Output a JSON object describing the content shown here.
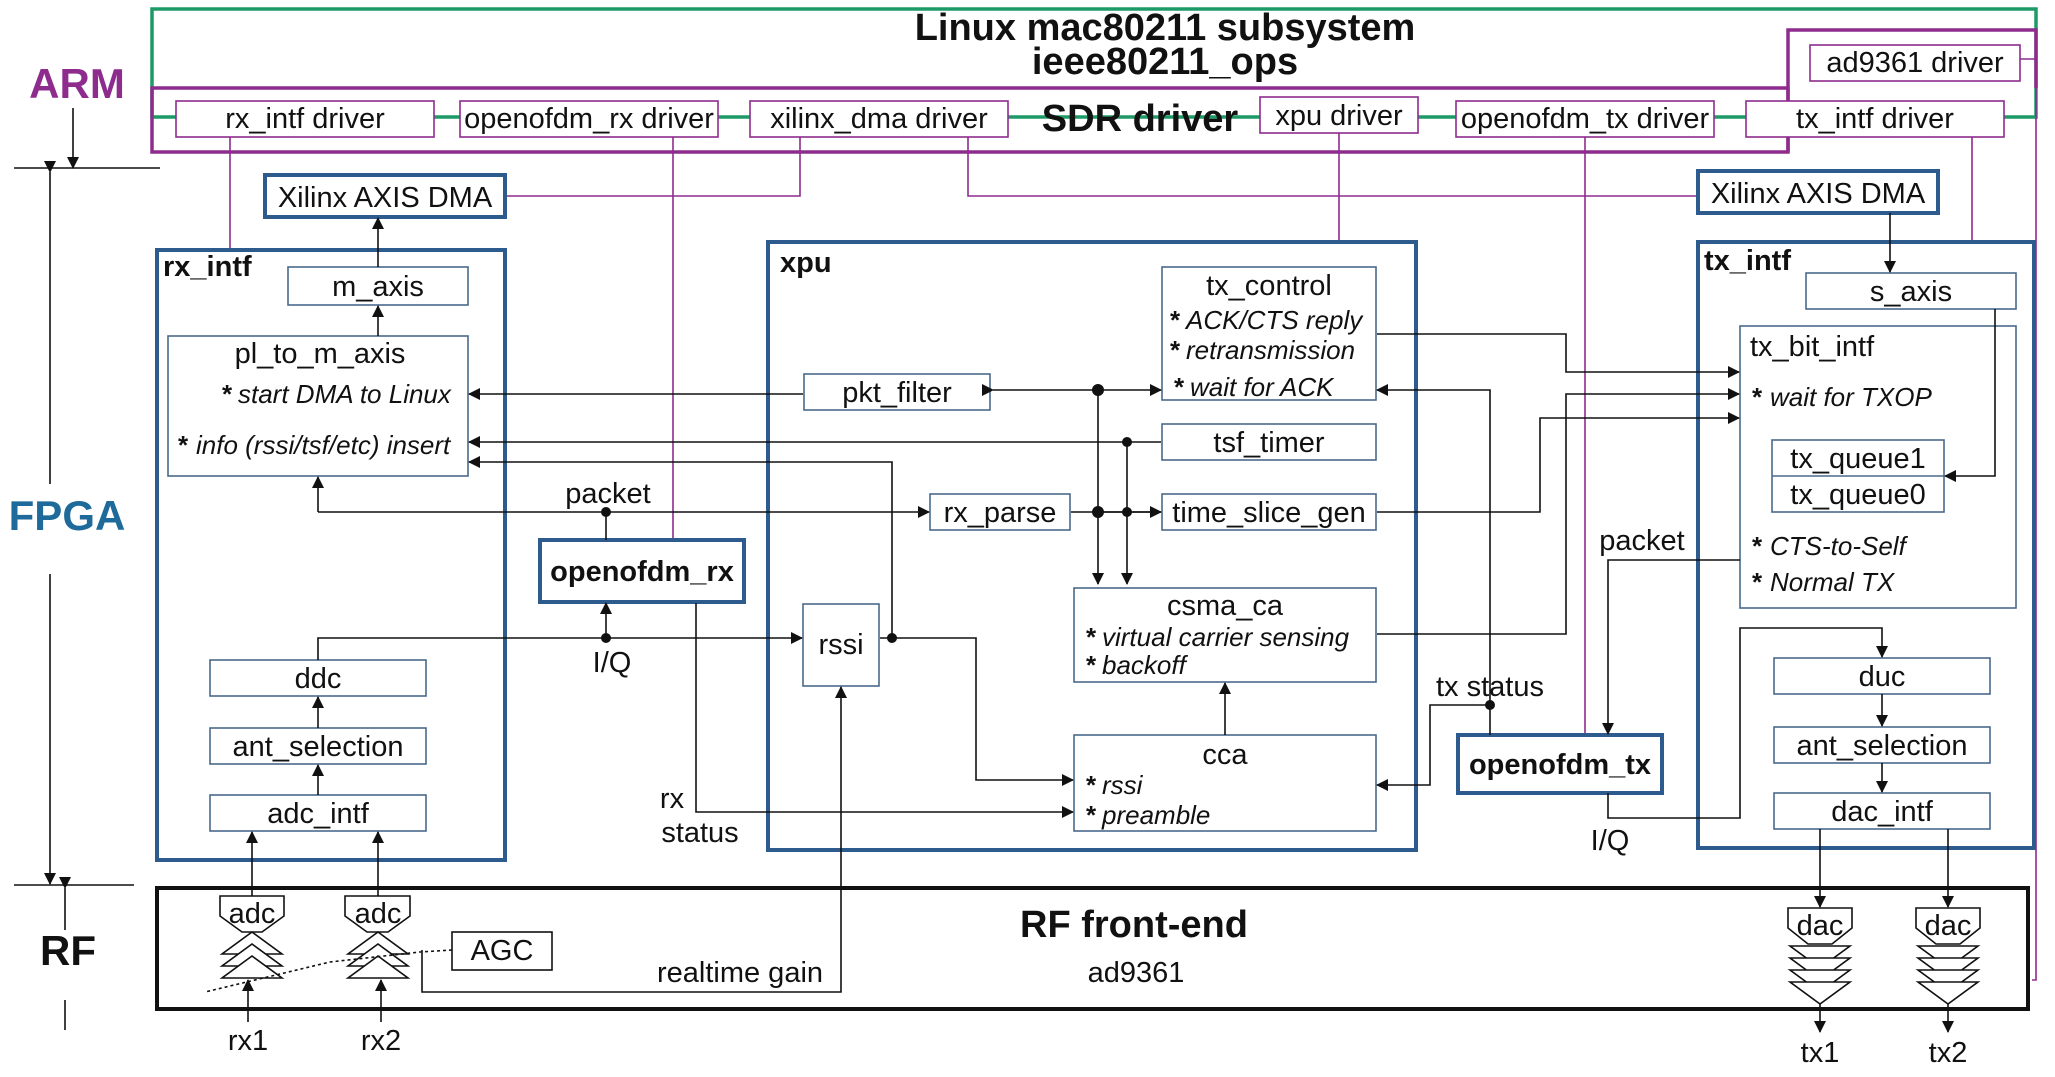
{
  "colors": {
    "arm": "#8e2c8e",
    "fpga": "#1e6a9a",
    "rf": "#111111",
    "linux_box": "#1e9a66",
    "sdr_box": "#8e2c8e",
    "block_border": "#2e5b8e",
    "driver_link": "#8e2c8e"
  },
  "layers": {
    "arm": "ARM",
    "fpga": "FPGA",
    "rf": "RF"
  },
  "linux": {
    "line1": "Linux mac80211 subsystem",
    "line2": "ieee80211_ops"
  },
  "sdr": {
    "title": "SDR driver",
    "ad9361_driver": "ad9361 driver",
    "drivers": [
      "rx_intf driver",
      "openofdm_rx driver",
      "xilinx_dma driver",
      "xpu driver",
      "openofdm_tx driver",
      "tx_intf driver"
    ]
  },
  "dma": {
    "rx": "Xilinx AXIS DMA",
    "tx": "Xilinx AXIS DMA"
  },
  "rx_intf": {
    "title": "rx_intf",
    "m_axis": "m_axis",
    "pl_to_m_axis": "pl_to_m_axis",
    "bullet1": "start DMA to Linux",
    "bullet2": "info (rssi/tsf/etc) insert",
    "ddc": "ddc",
    "ant_selection": "ant_selection",
    "adc_intf": "adc_intf"
  },
  "openofdm_rx": {
    "title": "openofdm_rx"
  },
  "xpu": {
    "title": "xpu",
    "tx_control": "tx_control",
    "tx_control_b1": "ACK/CTS reply",
    "tx_control_b2": "retransmission",
    "tx_control_b3": "wait for ACK",
    "pkt_filter": "pkt_filter",
    "tsf_timer": "tsf_timer",
    "rx_parse": "rx_parse",
    "time_slice_gen": "time_slice_gen",
    "csma_ca": "csma_ca",
    "csma_b1": "virtual carrier sensing",
    "csma_b2": "backoff",
    "rssi": "rssi",
    "cca": "cca",
    "cca_b1": "rssi",
    "cca_b2": "preamble"
  },
  "openofdm_tx": {
    "title": "openofdm_tx"
  },
  "tx_intf": {
    "title": "tx_intf",
    "s_axis": "s_axis",
    "tx_bit_intf": "tx_bit_intf",
    "b_wait": "wait for TXOP",
    "tx_queue1": "tx_queue1",
    "tx_queue0": "tx_queue0",
    "b_cts": "CTS-to-Self",
    "b_normal": "Normal TX",
    "duc": "duc",
    "ant_selection": "ant_selection",
    "dac_intf": "dac_intf"
  },
  "labels": {
    "packet_rx": "packet",
    "iq_rx": "I/Q",
    "rx_status_1": "rx",
    "rx_status_2": "status",
    "packet_tx": "packet",
    "tx_status": "tx status",
    "iq_tx": "I/Q",
    "realtime_gain": "realtime gain"
  },
  "rf": {
    "title": "RF front-end",
    "chip": "ad9361",
    "adc1": "adc",
    "adc2": "adc",
    "agc": "AGC",
    "dac1": "dac",
    "dac2": "dac",
    "rx1": "rx1",
    "rx2": "rx2",
    "tx1": "tx1",
    "tx2": "tx2"
  }
}
